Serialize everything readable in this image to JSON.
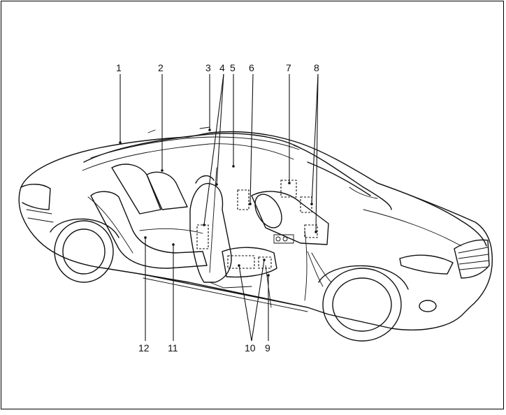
{
  "callouts": [
    {
      "id": "1",
      "label": "1"
    },
    {
      "id": "2",
      "label": "2"
    },
    {
      "id": "3",
      "label": "3"
    },
    {
      "id": "4",
      "label": "4"
    },
    {
      "id": "5",
      "label": "5"
    },
    {
      "id": "6",
      "label": "6"
    },
    {
      "id": "7",
      "label": "7"
    },
    {
      "id": "8",
      "label": "8"
    },
    {
      "id": "9",
      "label": "9"
    },
    {
      "id": "10",
      "label": "10"
    },
    {
      "id": "11",
      "label": "11"
    },
    {
      "id": "12",
      "label": "12"
    }
  ],
  "colors": {
    "ink": "#111111",
    "background": "#ffffff"
  }
}
